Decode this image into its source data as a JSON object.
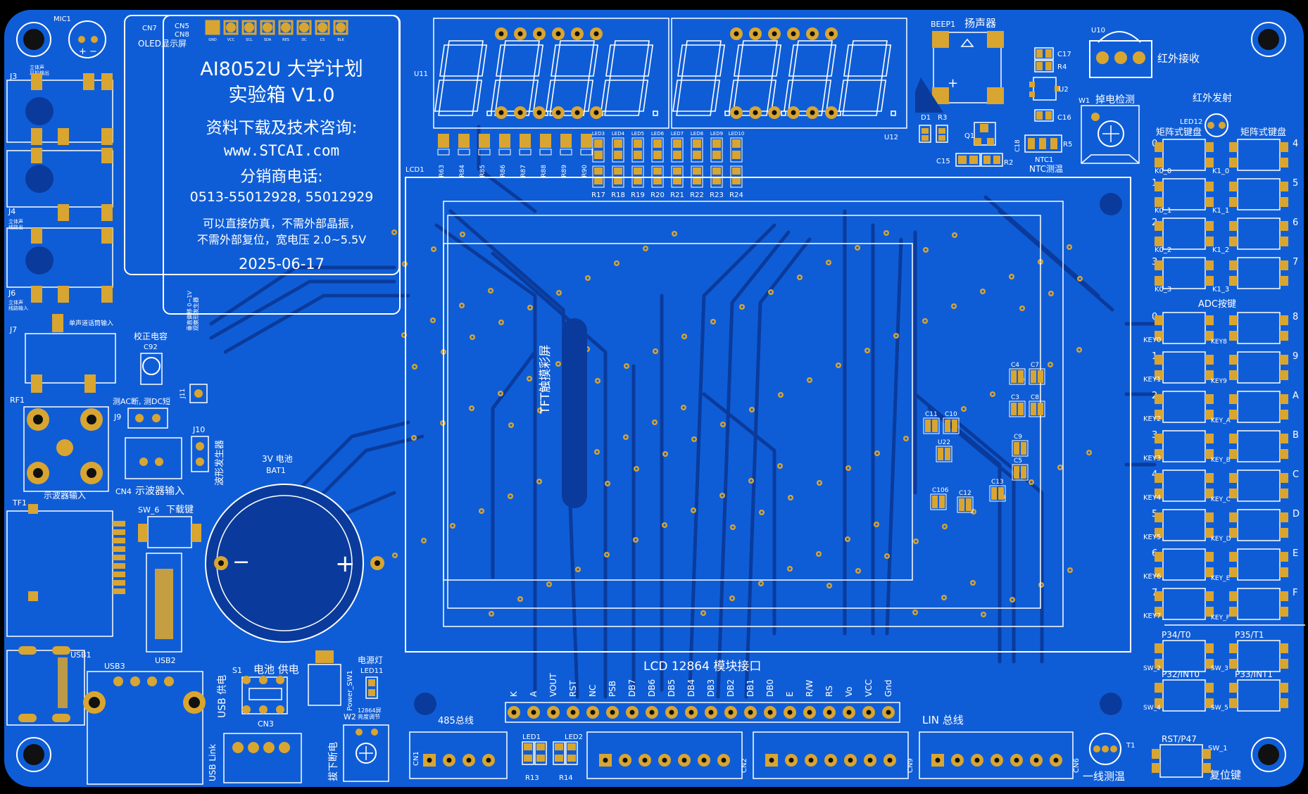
{
  "board": {
    "colors": {
      "mask": "#0f5dd6",
      "mask_dark": "#0a3b9c",
      "pad": "#d9a531",
      "silk": "#ffffff",
      "background": "#000000"
    },
    "title_block": {
      "ref": "CN7",
      "oled": "OLED显示屏",
      "cn5": "CN5",
      "cn8": "CN8",
      "oled_pins": [
        "GND",
        "VCC",
        "SCL",
        "SDA",
        "RES",
        "DC",
        "CS",
        "BLK"
      ],
      "line1": "AI8052U 大学计划",
      "line2": "实验箱 V1.0",
      "line3": "资料下载及技术咨询:",
      "line4": "www.STCAI.com",
      "line5": "分销商电话:",
      "line6": "0513-55012928, 55012929",
      "line7": "可以直接仿真，不需外部晶振，",
      "line8": "不需外部复位，宽电压 2.0~5.5V",
      "date": "2025-06-17"
    },
    "left_col": {
      "mic": "MIC1",
      "j3": "J3",
      "j3_desc": "立体声\n耳机输出",
      "j4": "J4",
      "j4_desc": "立体声\n线路出",
      "j6": "J6",
      "j6_desc": "立体声\n线路输入",
      "j7": "J7",
      "j7_desc": "单声道话筒输入",
      "rf1": "RF1",
      "scope_in": "示波器输入",
      "tf1": "TF1",
      "usb1": "USB1",
      "usb2": "USB2",
      "usb3": "USB3",
      "cal_cap": "校正电容",
      "c92": "C92",
      "j9": "J9",
      "j9_desc": "测AC断, 测DC短",
      "j11": "J11",
      "wave_desc": "垂直偏移 0~1V\n观察形发生器",
      "j10": "J10",
      "wavegen": "波形发生器",
      "cn4": "CN4",
      "cn4_desc": "示波器输入",
      "sw6": "SW_6",
      "download": "下载键",
      "battery": "3V 电池",
      "bat1": "BAT1",
      "s1": "S1",
      "bat_supply": "电池 供电",
      "usb_supply": "USB 供电",
      "power_sw": "Power_SW1",
      "power_led": "电源灯",
      "led11": "LED11",
      "cn3": "CN3",
      "usb_link": "USB Link",
      "w2": "W2",
      "w2_desc": "12864屏\n亮度调节",
      "pull_power": "拔下断电"
    },
    "top_mid": {
      "u11": "U11",
      "u12": "U12",
      "seg_text": "8.8.8.8.",
      "r_left": [
        "R63",
        "R84",
        "R85",
        "R86",
        "R87",
        "R88",
        "R89",
        "R90"
      ],
      "led_top": [
        "LED3",
        "LED4",
        "LED5",
        "LED6",
        "LED7",
        "LED8",
        "LED9",
        "LED10"
      ],
      "r_bottom": [
        "R17",
        "R18",
        "R19",
        "R20",
        "R21",
        "R22",
        "R23",
        "R24"
      ],
      "lcd1": "LCD1"
    },
    "top_right": {
      "beep": "BEEP1",
      "speaker": "扬声器",
      "d1": "D1",
      "r3": "R3",
      "q1": "Q1",
      "r2": "R2",
      "c15": "C15",
      "c17": "C17",
      "r4": "R4",
      "u2": "U2",
      "c16": "C16",
      "c18": "C18",
      "ntc": "NTC1",
      "ntc_desc": "NTC测温",
      "r5": "R5",
      "u10": "U10",
      "ir_rx": "红外接收",
      "w1": "W1",
      "pot_desc": "掉电检测",
      "ir_tx": "红外发射",
      "led12": "LED12"
    },
    "keypad": {
      "title_left": "矩阵式键盘",
      "title_right": "矩阵式键盘",
      "matrix": [
        {
          "num": "0",
          "left": "K0_0",
          "right": "K1_0",
          "rnum": "4"
        },
        {
          "num": "1",
          "left": "K0_1",
          "right": "K1_1",
          "rnum": "5"
        },
        {
          "num": "2",
          "left": "K0_2",
          "right": "K1_2",
          "rnum": "6"
        },
        {
          "num": "3",
          "left": "K0_3",
          "right": "K1_3",
          "rnum": "7"
        }
      ],
      "adc_title": "ADC按键",
      "adc": [
        {
          "num": "0",
          "left": "KEY0",
          "right": "KEY8",
          "rnum": "8"
        },
        {
          "num": "1",
          "left": "KEY1",
          "right": "KEY9",
          "rnum": "9"
        },
        {
          "num": "2",
          "left": "KEY2",
          "right": "KEY_A",
          "rnum": "A"
        },
        {
          "num": "3",
          "left": "KEY3",
          "right": "KEY_B",
          "rnum": "B"
        },
        {
          "num": "4",
          "left": "KEY4",
          "right": "KEY_C",
          "rnum": "C"
        },
        {
          "num": "5",
          "left": "KEY5",
          "right": "KEY_D",
          "rnum": "D"
        },
        {
          "num": "6",
          "left": "KEY6",
          "right": "KEY_E",
          "rnum": "E"
        },
        {
          "num": "7",
          "left": "KEY7",
          "right": "KEY_F",
          "rnum": "F"
        }
      ],
      "int": [
        {
          "left": "P34/T0",
          "lsw": "SW_2",
          "right": "P35/T1",
          "rsw": "SW_3"
        },
        {
          "left": "P32/INT0",
          "lsw": "SW_4",
          "right": "P33/INT1",
          "rsw": "SW_5"
        }
      ],
      "rst": "RST/P47",
      "sw1": "SW_1",
      "reset": "复位键"
    },
    "center": {
      "tft": "TFT触摸彩屏",
      "caps": [
        "C4",
        "C7",
        "C3",
        "C8",
        "C11",
        "C10",
        "C9",
        "C5",
        "U22",
        "C106",
        "C12",
        "C13"
      ]
    },
    "bottom": {
      "lcd_title": "LCD 12864 模块接口",
      "lcd_pins": [
        "K",
        "A",
        "VOUT",
        "RST",
        "NC",
        "PSB",
        "DB7",
        "DB6",
        "DB5",
        "DB4",
        "DB3",
        "DB2",
        "DB1",
        "DB0",
        "E",
        "R/W",
        "RS",
        "Vo",
        "VCC",
        "Gnd"
      ],
      "cn1": "CN1",
      "bus485": "485总线",
      "led1": "LED1",
      "led2": "LED2",
      "r13": "R13",
      "r14": "R14",
      "cn2": "CN2",
      "cn9": "CN9",
      "lin": "LIN 总线",
      "cn6": "CN6",
      "t1": "T1",
      "onewire": "一线测温"
    }
  }
}
